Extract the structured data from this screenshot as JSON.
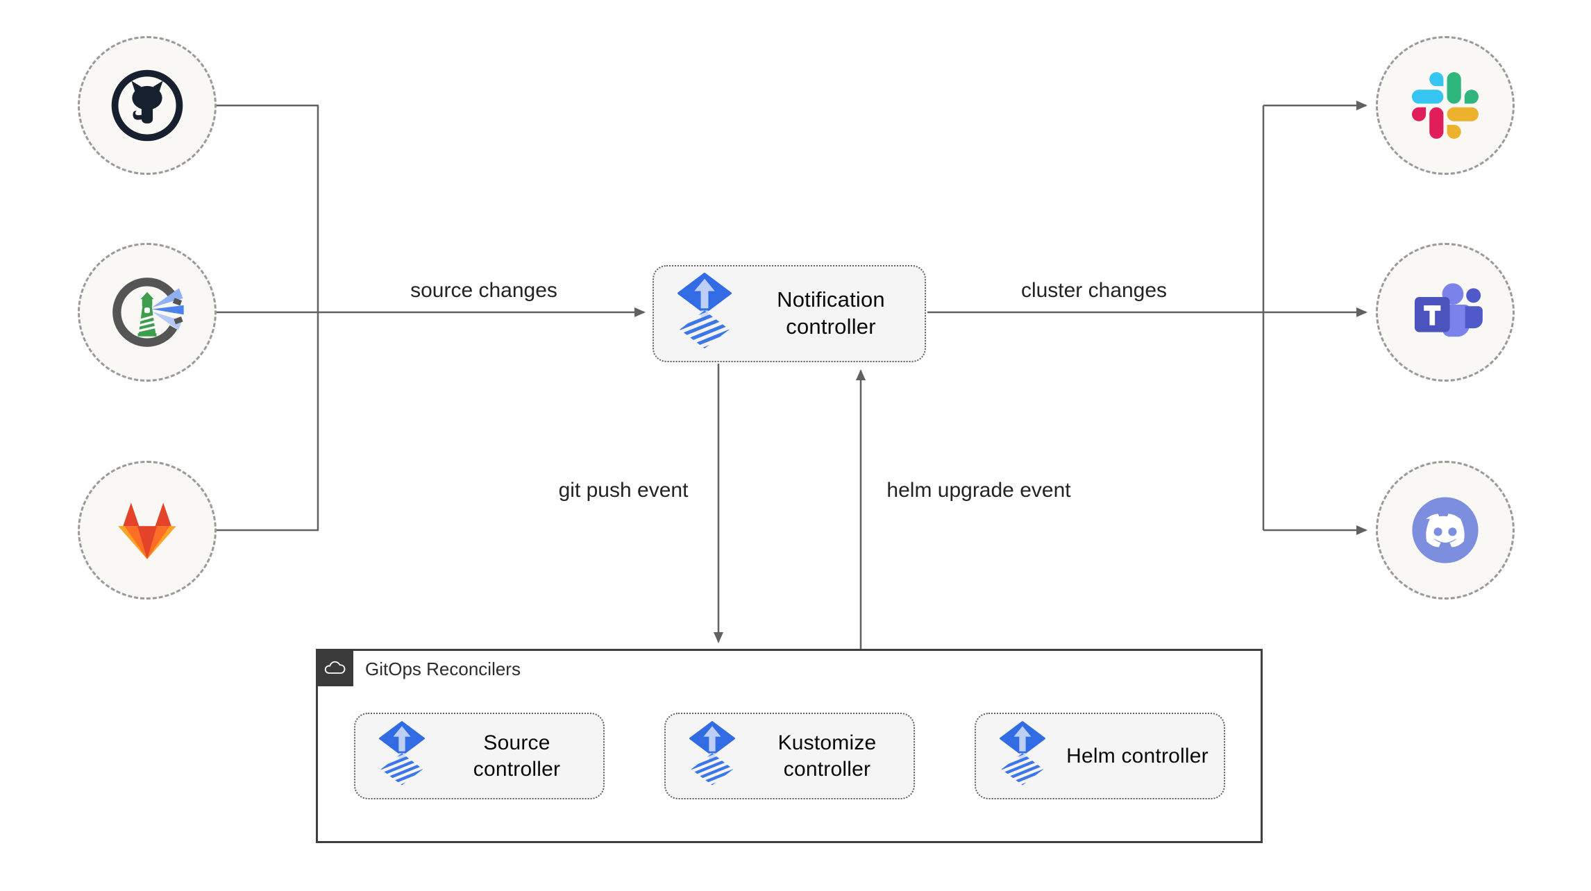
{
  "diagram": {
    "title": "Flux notification controller GitOps diagram",
    "sources": [
      {
        "id": "github",
        "icon": "github-icon"
      },
      {
        "id": "harbor",
        "icon": "harbor-icon"
      },
      {
        "id": "gitlab",
        "icon": "gitlab-icon"
      }
    ],
    "targets": [
      {
        "id": "slack",
        "icon": "slack-icon"
      },
      {
        "id": "teams",
        "icon": "microsoft-teams-icon"
      },
      {
        "id": "discord",
        "icon": "discord-icon"
      }
    ],
    "notification_controller": {
      "label": "Notification controller",
      "icon": "flux-icon"
    },
    "gitops_group": {
      "title": "GitOps Reconcilers",
      "icon": "cloud-icon",
      "controllers": [
        {
          "label": "Source controller",
          "icon": "flux-icon"
        },
        {
          "label": "Kustomize controller",
          "icon": "flux-icon"
        },
        {
          "label": "Helm controller",
          "icon": "flux-icon"
        }
      ]
    },
    "edge_labels": {
      "source_changes": "source changes",
      "cluster_changes": "cluster changes",
      "git_push": "git push event",
      "helm_upgrade": "helm upgrade event"
    },
    "colors": {
      "flux_blue": "#316ce4",
      "flux_light_arrow": "#bdcff5",
      "wire_gray": "#616161",
      "node_fill": "#f9f8f5",
      "node_border": "#9a9a9a",
      "box_fill": "#f5f5f5",
      "group_border": "#3f3f3f",
      "slack_blue": "#36c5f0",
      "slack_green": "#2eb67d",
      "slack_yellow": "#ecb22e",
      "slack_red": "#e01e5a",
      "teams_purple": "#4b53bc",
      "teams_light_purple": "#7b83eb",
      "discord_blurple": "#7d8ede",
      "github_dark": "#16202e",
      "harbor_gray": "#555555",
      "harbor_green": "#3f9e4d",
      "gitlab_red": "#e24329",
      "gitlab_orange": "#fc6d26",
      "gitlab_yellow": "#fca326"
    }
  }
}
